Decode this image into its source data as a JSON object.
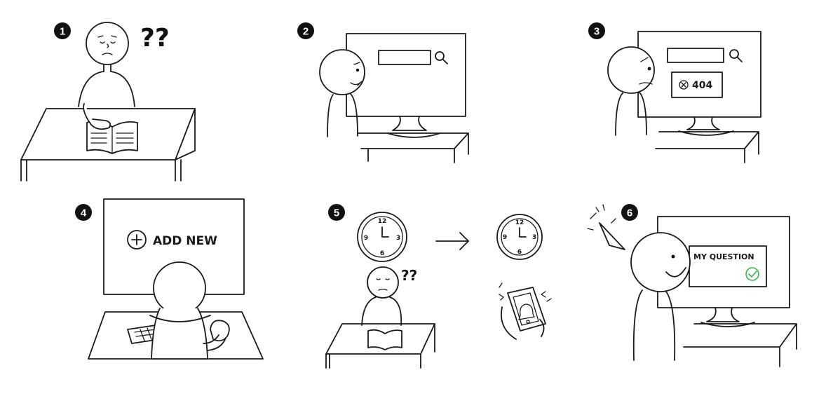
{
  "panels": [
    {
      "badge": "1",
      "question_marks": "??"
    },
    {
      "badge": "2"
    },
    {
      "badge": "3",
      "error_code": "404"
    },
    {
      "badge": "4",
      "button_label": "ADD NEW"
    },
    {
      "badge": "5",
      "question_marks": "??"
    },
    {
      "badge": "6",
      "card_title": "MY QUESTION"
    }
  ],
  "clock_numbers": [
    "12",
    "3",
    "6",
    "9"
  ],
  "colors": {
    "ink": "#1a1a1a",
    "badge": "#111111",
    "success": "#39b54a"
  },
  "icons": [
    "search-icon",
    "error-icon",
    "plus-icon",
    "arrow-right-icon",
    "check-icon",
    "bell-icon",
    "party-popper-icon"
  ]
}
